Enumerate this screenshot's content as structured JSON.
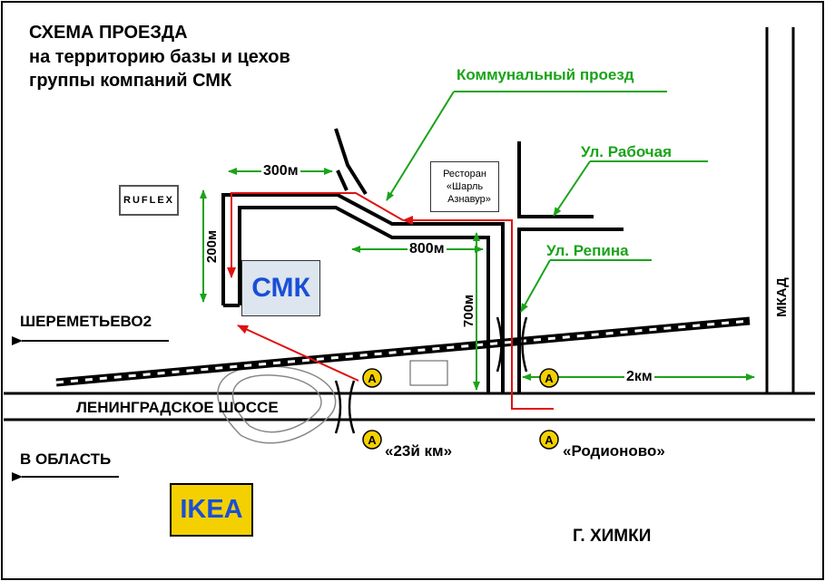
{
  "title": {
    "line1": "СХЕМА ПРОЕЗДА",
    "line2": "на территорию базы и цехов",
    "line3": "группы компаний СМК"
  },
  "labels": {
    "kommunalny": "Коммунальный проезд",
    "rabochaya": "Ул. Рабочая",
    "repina": "Ул. Репина",
    "mkad": "МКАД",
    "sheremetyevo": "ШЕРЕМЕТЬЕВО2",
    "oblast": "В ОБЛАСТЬ",
    "leningradskoe": "ЛЕНИНГРАДСКОЕ  ШОССЕ",
    "khimki": "Г. ХИМКИ",
    "stop_23km": "«23й км»",
    "stop_rodionovo": "«Родионово»"
  },
  "distances": {
    "d300": "300м",
    "d200": "200м",
    "d800": "800м",
    "d700": "700м",
    "d2km": "2км"
  },
  "buildings": {
    "ruflex": "RUFLEX",
    "smk": "СМК",
    "ikea": "IKEA",
    "restaurant_l1": "Ресторан",
    "restaurant_l2": "«Шарль",
    "restaurant_l3": "Азнавур»"
  },
  "bus_stop_letter": "A",
  "colors": {
    "road": "#000000",
    "route": "#e01010",
    "dimension": "#1aa31a",
    "smk_text": "#1a4fd6",
    "smk_bg": "#dde5ee",
    "ikea_bg": "#f5d000",
    "ikea_text": "#1a4fd6",
    "bus_stop": "#f5d000"
  }
}
